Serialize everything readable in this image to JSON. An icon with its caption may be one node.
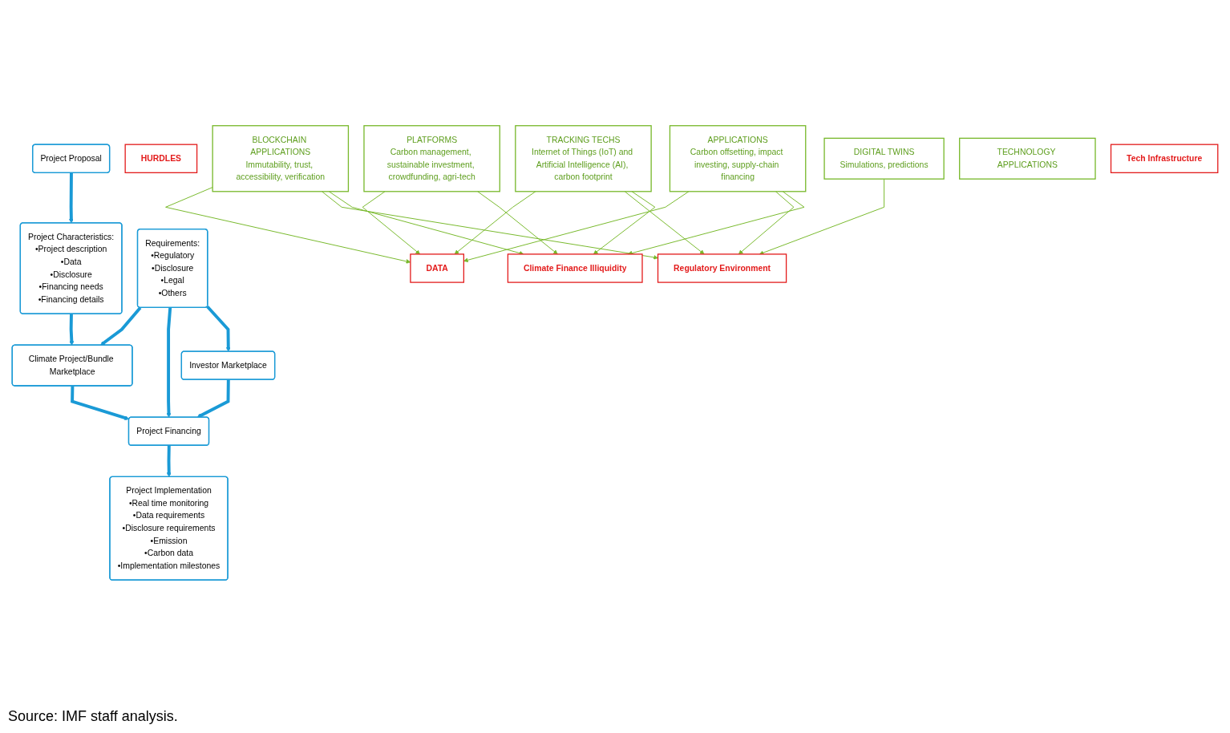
{
  "diagram": {
    "caption": "Source: IMF staff analysis.",
    "nodes": [
      {
        "text": [
          "Project Proposal"
        ]
      },
      {
        "text": [
          "Project Characteristics:",
          "•Project description",
          "•Data",
          "•Disclosure",
          "•Financing needs",
          "•Financing details"
        ]
      },
      {
        "text": [
          "Climate Project/Bundle Marketplace"
        ]
      },
      {
        "text": [
          "Project Financing"
        ]
      },
      {
        "text": [
          "Project Implementation",
          "•Real time monitoring",
          "•Data requirements",
          "•Disclosure requirements",
          "•Emission",
          "•Carbon data",
          "•Implementation milestones"
        ]
      },
      {
        "text": [
          "Requirements:",
          "•Regulatory",
          "•Disclosure",
          "•Legal",
          "•Others"
        ]
      },
      {
        "text": [
          "Investor Marketplace"
        ]
      },
      {
        "text": [
          "HURDLES"
        ]
      },
      {
        "text": [
          "DATA"
        ]
      },
      {
        "text": [
          "Regulatory Environment"
        ]
      },
      {
        "text": [
          "Climate Finance Illiquidity"
        ]
      },
      {
        "text": [
          "BLOCKCHAIN APPLICATIONS",
          "Immutability, trust, accessibility, verification"
        ]
      },
      {
        "text": [
          "PLATFORMS",
          "Carbon management, sustainable investment, crowdfunding, agri-tech"
        ]
      },
      {
        "text": [
          "TRACKING TECHS",
          "Internet of Things (IoT) and Artificial Intelligence (AI), carbon footprint"
        ]
      },
      {
        "text": [
          "APPLICATIONS",
          "Carbon offsetting, impact investing, supply-chain financing"
        ]
      },
      {
        "text": [
          "DIGITAL TWINS",
          "Simulations, predictions"
        ]
      },
      {
        "text": [
          "TECHNOLOGY APPLICATIONS"
        ]
      },
      {
        "text": [
          "Tech Infrastructure"
        ]
      }
    ],
    "edges": [
      {
        "from": 0,
        "to": 1,
        "arrow": "to",
        "style": "thick",
        "color": "#1a9ad6"
      },
      {
        "from": 1,
        "to": 2,
        "arrow": "to",
        "style": "thick",
        "color": "#1a9ad6"
      },
      {
        "from": 2,
        "to": 3,
        "arrow": "to",
        "style": "thick",
        "color": "#1a9ad6"
      },
      {
        "from": 3,
        "to": 4,
        "arrow": "to",
        "style": "thick",
        "color": "#1a9ad6"
      },
      {
        "from": 5,
        "to": 2,
        "arrow": "to",
        "style": "thick",
        "color": "#1a9ad6"
      },
      {
        "from": 5,
        "to": 3,
        "arrow": "to",
        "style": "thick",
        "color": "#1a9ad6"
      },
      {
        "from": 5,
        "to": 6,
        "arrow": "to",
        "style": "thick",
        "color": "#1a9ad6"
      },
      {
        "from": 6,
        "to": 3,
        "arrow": "to",
        "style": "thick",
        "color": "#1a9ad6"
      },
      {
        "from": 11,
        "to": 8,
        "arrow": "to"
      },
      {
        "from": 11,
        "to": 9,
        "arrow": "to"
      },
      {
        "from": 11,
        "to": 10,
        "arrow": "to"
      },
      {
        "from": 12,
        "to": 8,
        "arrow": "to"
      },
      {
        "from": 12,
        "to": 10,
        "arrow": "to"
      },
      {
        "from": 13,
        "to": 8,
        "arrow": "to"
      },
      {
        "from": 13,
        "to": 9,
        "arrow": "to"
      },
      {
        "from": 13,
        "to": 10,
        "arrow": "to"
      },
      {
        "from": 14,
        "to": 8,
        "arrow": "to"
      },
      {
        "from": 14,
        "to": 9,
        "arrow": "to"
      },
      {
        "from": 14,
        "to": 10,
        "arrow": "to"
      },
      {
        "from": 15,
        "to": 9,
        "arrow": "to"
      }
    ]
  }
}
